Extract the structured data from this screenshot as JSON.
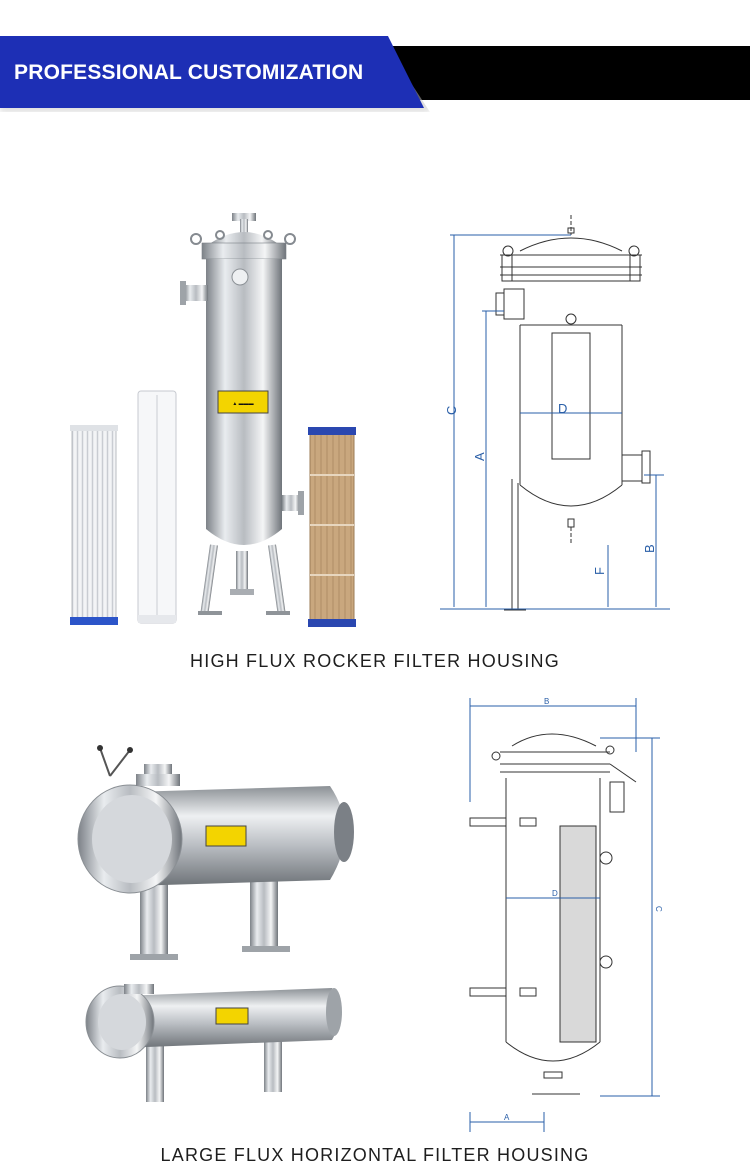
{
  "banner": {
    "title": "PROFESSIONAL CUSTOMIZATION",
    "accent_color": "#1d2fb5",
    "bar_color": "#000000"
  },
  "section_vertical": {
    "caption": "HIGH FLUX ROCKER FILTER HOUSING",
    "diagram_labels": {
      "c": "C",
      "a": "A",
      "d": "D",
      "b": "B",
      "f": "F"
    },
    "dimension_color": "#2a5fa8"
  },
  "section_horizontal": {
    "caption": "LARGE FLUX HORIZONTAL FILTER HOUSING",
    "diagram_labels": {
      "b": "B",
      "d": "D",
      "c": "C",
      "a": "A"
    },
    "dimension_color": "#2a5fa8"
  }
}
